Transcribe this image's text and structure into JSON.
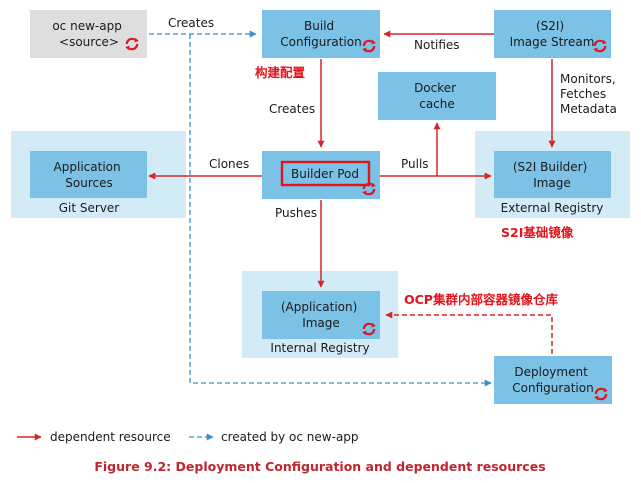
{
  "nodes": {
    "oc_new_app": [
      "oc new-app",
      "<source>"
    ],
    "build_config": [
      "Build",
      "Configuration"
    ],
    "image_stream": [
      "(S2I)",
      "Image Stream"
    ],
    "docker_cache": [
      "Docker",
      "cache"
    ],
    "app_sources": [
      "Application",
      "Sources"
    ],
    "builder_pod": [
      "Builder Pod"
    ],
    "s2i_builder_image": [
      "(S2I Builder)",
      "Image"
    ],
    "application_image": [
      "(Application)",
      "Image"
    ],
    "deployment_config": [
      "Deployment",
      "Configuration"
    ]
  },
  "regions": {
    "git_server": "Git Server",
    "external_registry": "External Registry",
    "internal_registry": "Internal Registry"
  },
  "edges": {
    "creates_top": "Creates",
    "notifies": "Notifies",
    "creates_mid": "Creates",
    "monitors": [
      "Monitors,",
      "Fetches",
      "Metadata"
    ],
    "clones": "Clones",
    "pulls": "Pulls",
    "pushes": "Pushes"
  },
  "annotations": {
    "build_config_cn": "构建配置",
    "s2i_image_cn": "S2I基础镜像",
    "ocp_registry_cn": "OCP集群内部容器镜像仓库"
  },
  "legend": {
    "dependent": "dependent resource",
    "created": "created by oc new-app"
  },
  "caption": "Figure 9.2: Deployment Configuration and dependent resources",
  "colors": {
    "box": "#7cc1e6",
    "region": "#d3ebf6",
    "gray_box": "#dedede",
    "red_arrow": "#d5262a",
    "blue_dashed": "#3d8fc7",
    "annotation": "#e3141b",
    "caption": "#c0262d"
  }
}
